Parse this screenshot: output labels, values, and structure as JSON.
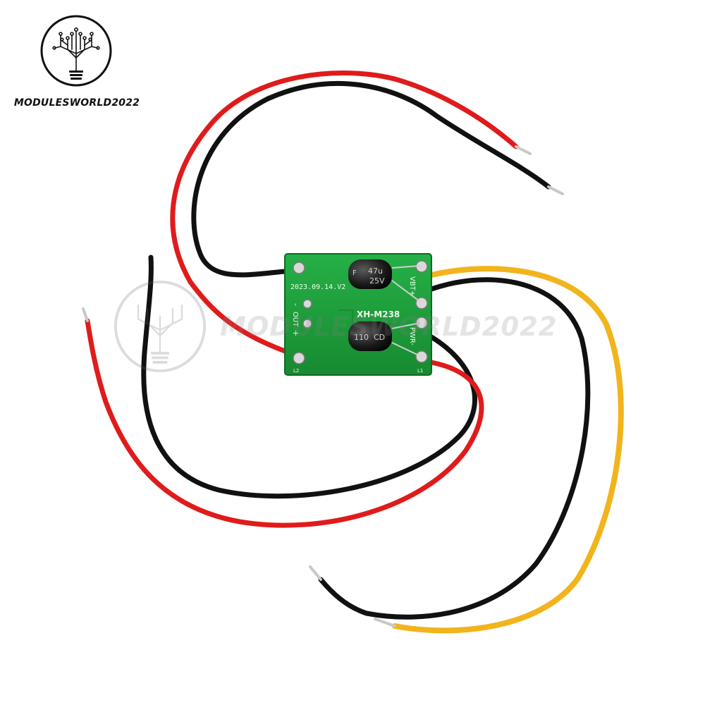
{
  "brand": {
    "name": "MODULESWORLD2022",
    "logo_icon": "circuit-tree-bulb-icon"
  },
  "watermark": {
    "text": "MODULESWORLD2022"
  },
  "board": {
    "color": "#1f9e3a",
    "model_label": "XH-M238",
    "date_label": "2023.09.14.V2",
    "out_label": "OUT",
    "out_minus": "-",
    "out_plus": "+",
    "vbt_label": "VBT+",
    "pwr_label": "PWR-",
    "corner_labels": [
      "L2",
      "L1"
    ],
    "capacitor_top": {
      "value": "47u",
      "voltage": "25V",
      "mark": "F"
    },
    "capacitor_bottom": {
      "code": "110",
      "mark": "CD"
    }
  },
  "wires": {
    "red": "#e01b1b",
    "black": "#111111",
    "yellow": "#f2b41c"
  }
}
